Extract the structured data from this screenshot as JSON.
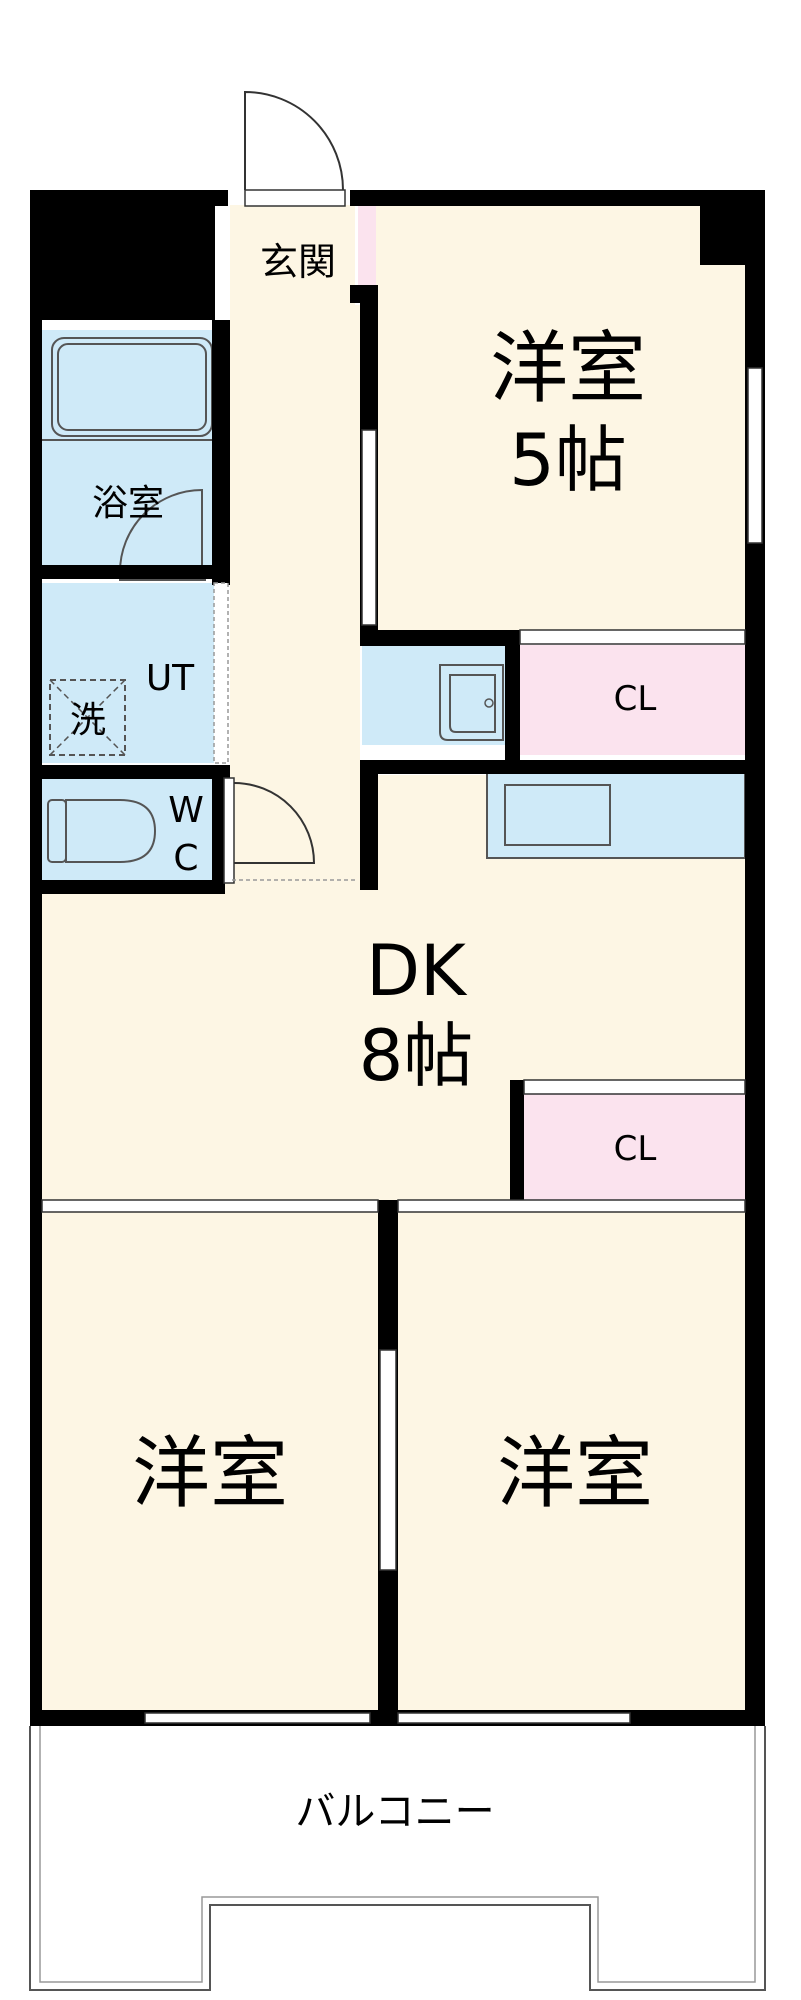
{
  "rooms": {
    "genkan": "玄関",
    "bedroom_top_name": "洋室",
    "bedroom_top_size": "5帖",
    "bath": "浴室",
    "ut": "UT",
    "washer": "洗",
    "cl_top": "CL",
    "wc_w": "W",
    "wc_c": "C",
    "dk_name": "DK",
    "dk_size": "8帖",
    "cl_mid": "CL",
    "bedroom_left": "洋室",
    "bedroom_right": "洋室",
    "balcony": "バルコニー"
  },
  "colors": {
    "room": "#fdf6e4",
    "wet": "#cfeaf8",
    "closet": "#fbe3ee",
    "wall": "#000000"
  }
}
